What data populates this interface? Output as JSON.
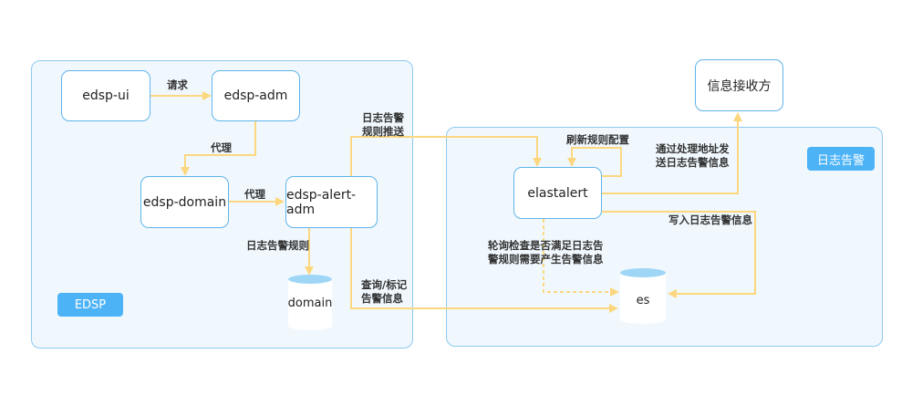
{
  "groups": {
    "edsp": {
      "label": "EDSP"
    },
    "log_alert": {
      "label": "日志告警"
    }
  },
  "nodes": {
    "edsp_ui": "edsp-ui",
    "edsp_adm": "edsp-adm",
    "edsp_domain": "edsp-domain",
    "edsp_alert_adm": "edsp-alert-adm",
    "domain_db": "domain",
    "elastalert": "elastalert",
    "es_db": "es",
    "receiver": "信息接收方"
  },
  "edges": {
    "request": "请求",
    "proxy1": "代理",
    "proxy2": "代理",
    "log_rules": "日志告警规则",
    "push_line1": "日志告警",
    "push_line2": "规则推送",
    "query_line1": "查询/标记",
    "query_line2": "告警信息",
    "refresh": "刷新规则配置",
    "send_line1": "通过处理地址发",
    "send_line2": "送日志告警信息",
    "write": "写入日志告警信息",
    "poll_line1": "轮询检查是否满足日志告",
    "poll_line2": "警规则需要产生告警信息"
  },
  "colors": {
    "group_fill": "#f0f8fe",
    "group_border": "#8ec9ef",
    "node_border": "#5fb4ea",
    "badge": "#4db3f7",
    "arrow": "#fcd77f"
  }
}
